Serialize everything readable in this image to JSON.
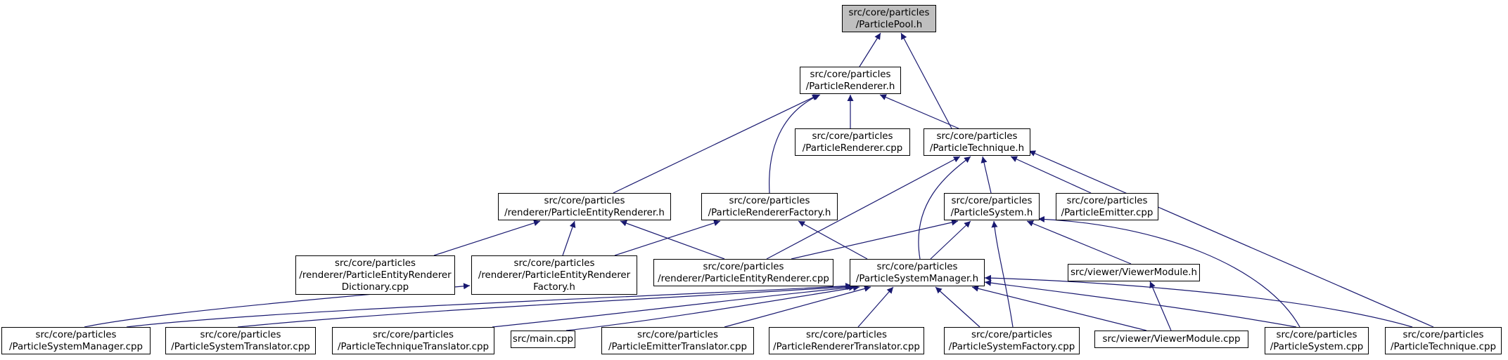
{
  "graph": {
    "kind": "doxygen include-dependency graph",
    "colors": {
      "edge": "#191970",
      "node_border": "#000000",
      "focus_fill": "#bfbfbf",
      "node_fill": "#ffffff"
    },
    "nodes": [
      {
        "id": "particlepool_h",
        "lines": [
          "src/core/particles",
          "/ParticlePool.h"
        ],
        "focus": true
      },
      {
        "id": "particlerenderer_h",
        "lines": [
          "src/core/particles",
          "/ParticleRenderer.h"
        ]
      },
      {
        "id": "particlerenderer_cpp",
        "lines": [
          "src/core/particles",
          "/ParticleRenderer.cpp"
        ]
      },
      {
        "id": "particletechnique_h",
        "lines": [
          "src/core/particles",
          "/ParticleTechnique.h"
        ]
      },
      {
        "id": "entityrenderer_h",
        "lines": [
          "src/core/particles",
          "/renderer/ParticleEntityRenderer.h"
        ]
      },
      {
        "id": "rendererfactory_h",
        "lines": [
          "src/core/particles",
          "/ParticleRendererFactory.h"
        ]
      },
      {
        "id": "particlesystem_h",
        "lines": [
          "src/core/particles",
          "/ParticleSystem.h"
        ]
      },
      {
        "id": "particleemitter_cpp",
        "lines": [
          "src/core/particles",
          "/ParticleEmitter.cpp"
        ]
      },
      {
        "id": "entityrendererdict_cpp",
        "lines": [
          "src/core/particles",
          "/renderer/ParticleEntityRenderer",
          "Dictionary.cpp"
        ]
      },
      {
        "id": "entityrendererfactory_h",
        "lines": [
          "src/core/particles",
          "/renderer/ParticleEntityRenderer",
          "Factory.h"
        ]
      },
      {
        "id": "entityrenderer_cpp",
        "lines": [
          "src/core/particles",
          "/renderer/ParticleEntityRenderer.cpp"
        ]
      },
      {
        "id": "systemmanager_h",
        "lines": [
          "src/core/particles",
          "/ParticleSystemManager.h"
        ]
      },
      {
        "id": "viewermodule_h",
        "lines": [
          "src/viewer/ViewerModule.h"
        ]
      },
      {
        "id": "systemmanager_cpp",
        "lines": [
          "src/core/particles",
          "/ParticleSystemManager.cpp"
        ]
      },
      {
        "id": "systemtranslator_cpp",
        "lines": [
          "src/core/particles",
          "/ParticleSystemTranslator.cpp"
        ]
      },
      {
        "id": "techniquetranslator_cpp",
        "lines": [
          "src/core/particles",
          "/ParticleTechniqueTranslator.cpp"
        ]
      },
      {
        "id": "main_cpp",
        "lines": [
          "src/main.cpp"
        ]
      },
      {
        "id": "emittertranslator_cpp",
        "lines": [
          "src/core/particles",
          "/ParticleEmitterTranslator.cpp"
        ]
      },
      {
        "id": "renderertranslator_cpp",
        "lines": [
          "src/core/particles",
          "/ParticleRendererTranslator.cpp"
        ]
      },
      {
        "id": "systemfactory_cpp",
        "lines": [
          "src/core/particles",
          "/ParticleSystemFactory.cpp"
        ]
      },
      {
        "id": "viewermodule_cpp",
        "lines": [
          "src/viewer/ViewerModule.cpp"
        ]
      },
      {
        "id": "particlesystem_cpp",
        "lines": [
          "src/core/particles",
          "/ParticleSystem.cpp"
        ]
      },
      {
        "id": "particletechnique_cpp",
        "lines": [
          "src/core/particles",
          "/ParticleTechnique.cpp"
        ]
      }
    ],
    "edges": [
      [
        "particlerenderer_h",
        "particlepool_h"
      ],
      [
        "particletechnique_h",
        "particlepool_h"
      ],
      [
        "particlerenderer_cpp",
        "particlerenderer_h"
      ],
      [
        "particletechnique_h",
        "particlerenderer_h"
      ],
      [
        "entityrenderer_h",
        "particlerenderer_h"
      ],
      [
        "rendererfactory_h",
        "particlerenderer_h"
      ],
      [
        "particlesystem_h",
        "particletechnique_h"
      ],
      [
        "particleemitter_cpp",
        "particletechnique_h"
      ],
      [
        "entityrenderer_cpp",
        "particletechnique_h"
      ],
      [
        "systemmanager_h",
        "particletechnique_h"
      ],
      [
        "particletechnique_cpp",
        "particletechnique_h"
      ],
      [
        "entityrendererdict_cpp",
        "entityrenderer_h"
      ],
      [
        "entityrendererfactory_h",
        "entityrenderer_h"
      ],
      [
        "entityrenderer_cpp",
        "entityrenderer_h"
      ],
      [
        "entityrendererfactory_h",
        "rendererfactory_h"
      ],
      [
        "systemmanager_h",
        "rendererfactory_h"
      ],
      [
        "entityrenderer_cpp",
        "particlesystem_h"
      ],
      [
        "systemmanager_h",
        "particlesystem_h"
      ],
      [
        "viewermodule_h",
        "particlesystem_h"
      ],
      [
        "systemfactory_cpp",
        "particlesystem_h"
      ],
      [
        "particlesystem_cpp",
        "particlesystem_h"
      ],
      [
        "systemmanager_cpp",
        "entityrendererfactory_h"
      ],
      [
        "viewermodule_cpp",
        "viewermodule_h"
      ],
      [
        "systemmanager_cpp",
        "systemmanager_h"
      ],
      [
        "systemtranslator_cpp",
        "systemmanager_h"
      ],
      [
        "techniquetranslator_cpp",
        "systemmanager_h"
      ],
      [
        "main_cpp",
        "systemmanager_h"
      ],
      [
        "emittertranslator_cpp",
        "systemmanager_h"
      ],
      [
        "renderertranslator_cpp",
        "systemmanager_h"
      ],
      [
        "systemfactory_cpp",
        "systemmanager_h"
      ],
      [
        "viewermodule_cpp",
        "systemmanager_h"
      ],
      [
        "particlesystem_cpp",
        "systemmanager_h"
      ],
      [
        "particletechnique_cpp",
        "systemmanager_h"
      ]
    ]
  }
}
